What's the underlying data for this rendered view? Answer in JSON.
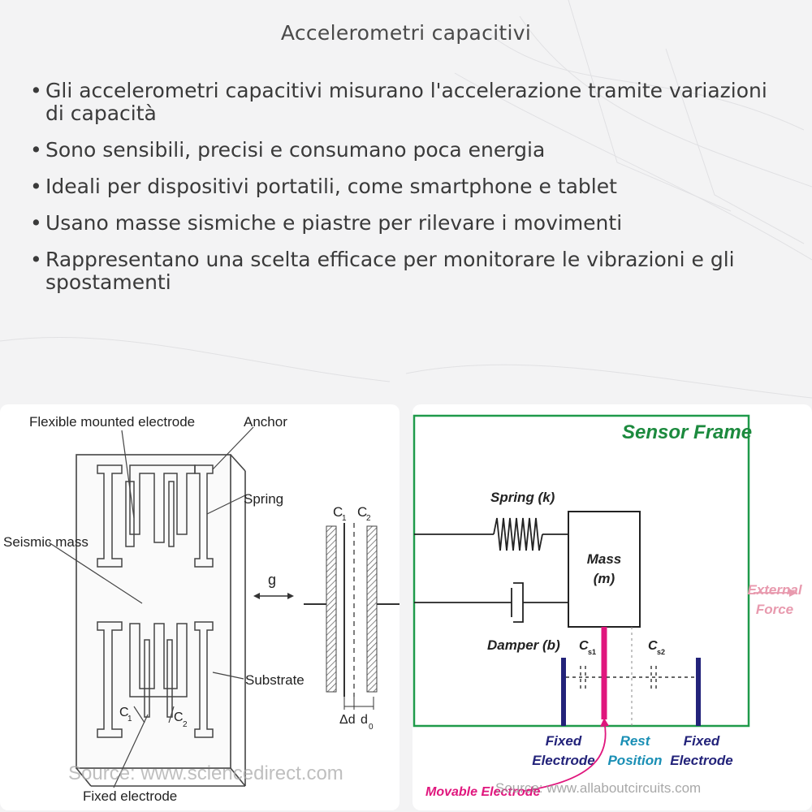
{
  "slide": {
    "title": "Accelerometri capacitivi",
    "bullets": [
      "Gli accelerometri capacitivi misurano l'accelerazione tramite variazioni di capacità",
      "Sono sensibili, precisi e consumano poca energia",
      "Ideali per dispositivi portatili, come smartphone e tablet",
      "Usano masse sismiche e piastre per rilevare i movimenti",
      "Rappresentano una scelta efficace per monitorare le vibrazioni e gli spostamenti"
    ]
  },
  "left_diagram": {
    "flexible_electrode": "Flexible mounted electrode",
    "anchor": "Anchor",
    "spring": "Spring",
    "seismic_mass": "Seismic mass",
    "substrate": "Substrate",
    "fixed_electrode": "Fixed electrode",
    "g": "g",
    "c": "C",
    "sub1": "1",
    "sub2": "2",
    "sub0": "0",
    "delta_d": "Δd",
    "d": "d",
    "source": "Source: www.sciencedirect.com"
  },
  "right_diagram": {
    "sensor_frame": "Sensor Frame",
    "spring": "Spring (k)",
    "mass": "Mass",
    "mass_symbol": "(m)",
    "damper": "Damper (b)",
    "external_force_1": "External",
    "external_force_2": "Force",
    "cs": "C",
    "cs1_sub": "s1",
    "cs2_sub": "s2",
    "fixed_1": "Fixed",
    "fixed_2": "Electrode",
    "rest_1": "Rest",
    "rest_2": "Position",
    "movable": "Movable Electrode",
    "source": "Source: www.allaboutcircuits.com"
  },
  "colors": {
    "frame_green": "#1f9a4a",
    "title_green": "#1c8a3e",
    "electrode_navy": "#23237a",
    "movable_magenta": "#e0167d",
    "rest_cyan": "#1a8fb5",
    "force_pink": "#e89aae"
  }
}
